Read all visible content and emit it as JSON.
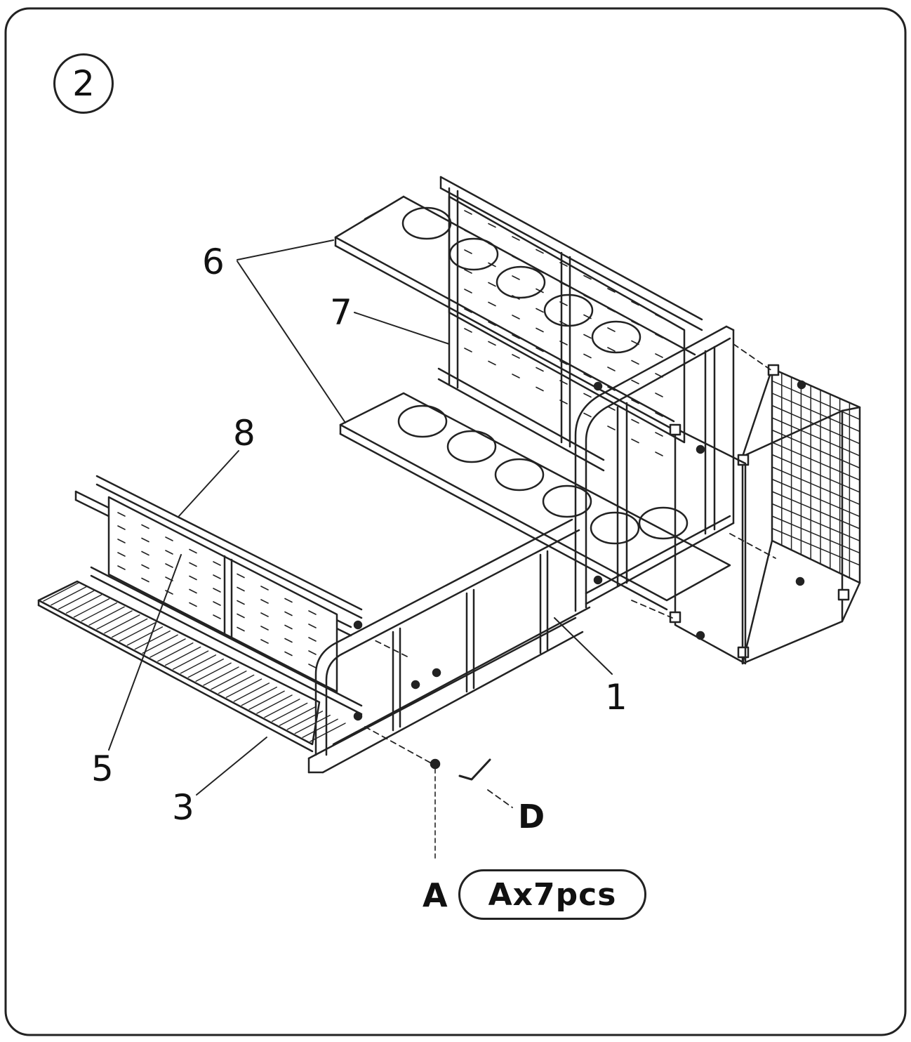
{
  "step": {
    "number": "2"
  },
  "callouts": {
    "part_1": "1",
    "part_3": "3",
    "part_5": "5",
    "part_6": "6",
    "part_7": "7",
    "part_8": "8",
    "hardware_a": "A",
    "hardware_d": "D"
  },
  "hardware": {
    "quantity_label": "Ax7pcs"
  },
  "colors": {
    "line": "#222222",
    "background": "#ffffff"
  }
}
